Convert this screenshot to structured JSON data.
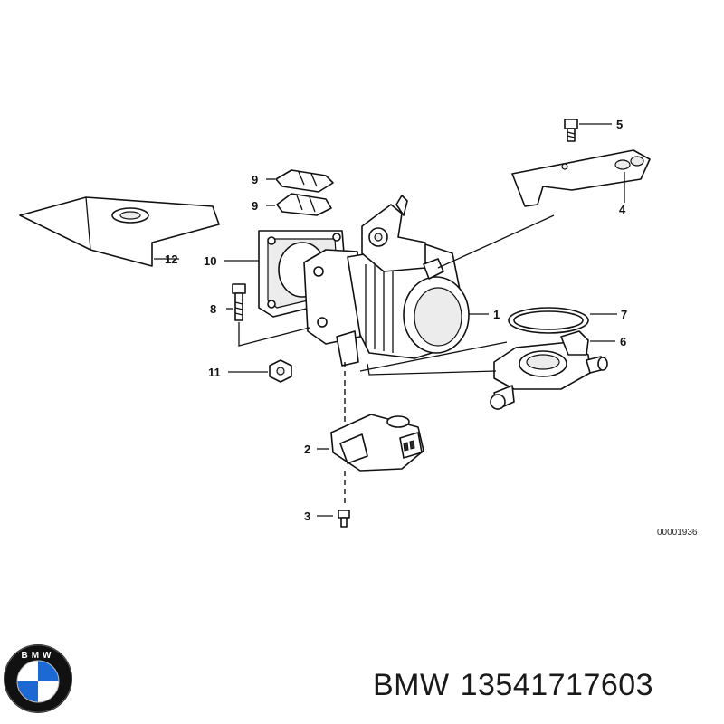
{
  "diagram": {
    "callouts": [
      "1",
      "2",
      "3",
      "4",
      "5",
      "6",
      "7",
      "8",
      "9",
      "9",
      "10",
      "11",
      "12"
    ],
    "reference_number": "00001936"
  },
  "caption": {
    "brand": "BMW",
    "part_number": "13541717603"
  },
  "logo": {
    "lettering": "BMW",
    "colors": {
      "blue": "#1c69d4",
      "white": "#ffffff",
      "ring": "#111111"
    }
  }
}
